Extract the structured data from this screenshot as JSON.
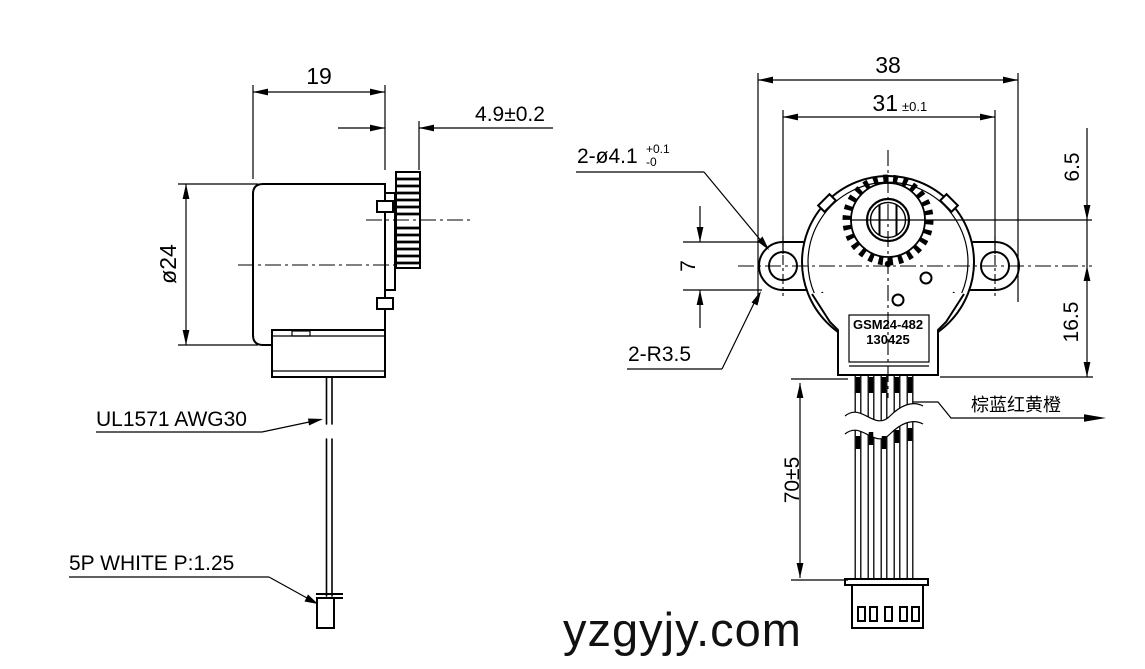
{
  "watermark": "yzgyjy.com",
  "side_view": {
    "dim_body_length": "19",
    "dim_gear_thickness": "4.9±0.2",
    "dim_body_diameter": "ø24",
    "label_lead_wire": "UL1571 AWG30",
    "label_end_connector": "5P WHITE P:1.25"
  },
  "front_view": {
    "dim_overall_width": "38",
    "dim_hole_spacing": "31",
    "dim_hole_spacing_tol": "±0.1",
    "dim_gear_axis_offset": "6.5",
    "dim_center_to_bottom": "16.5",
    "dim_ear_strap_width": "7",
    "label_mounting_holes": "2-ø4.1",
    "label_mounting_holes_tol_upper": "+0.1",
    "label_mounting_holes_tol_lower": "-0",
    "label_ear_radius": "2-R3.5",
    "marking_model": "GSM24-482",
    "marking_date": "130425",
    "dim_wire_length": "70±5",
    "label_wire_colors": "棕蓝红黄橙"
  },
  "colors": {
    "line": "#000000",
    "background": "#ffffff"
  }
}
